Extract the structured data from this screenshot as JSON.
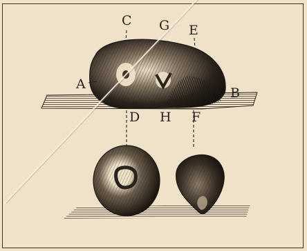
{
  "labels": {
    "A": "A",
    "B": "B",
    "C": "C",
    "D": "D",
    "E": "E",
    "F": "F",
    "G": "G",
    "H": "H"
  },
  "colors": {
    "ink": "#2a231c",
    "paper": "#efe2c8",
    "frame": "#3a3128"
  }
}
